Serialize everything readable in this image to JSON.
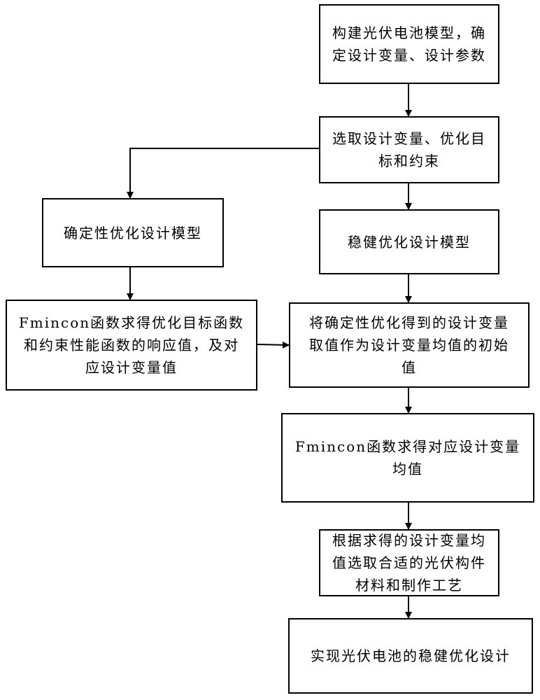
{
  "steps": {
    "s1": "构建光伏电池模型，确\n定设计变量、设计参数",
    "s2": "选取设计变量、优化目\n标和约束",
    "s3_left": "确定性优化设计模型",
    "s3_right": "稳健优化设计模型",
    "s4_left": "Fmincon函数求得优化目标函数\n和约束性能函数的响应值，及对\n应设计变量值",
    "s4_right": "将确定性优化得到的设计变量\n取值作为设计变量均值的初始\n值",
    "s5": "Fmincon函数求得对应设计变量\n均值",
    "s6": "根据求得的设计变量均\n值选取合适的光伏构件\n材料和制作工艺",
    "s7": "实现光伏电池的稳健优化设计"
  }
}
